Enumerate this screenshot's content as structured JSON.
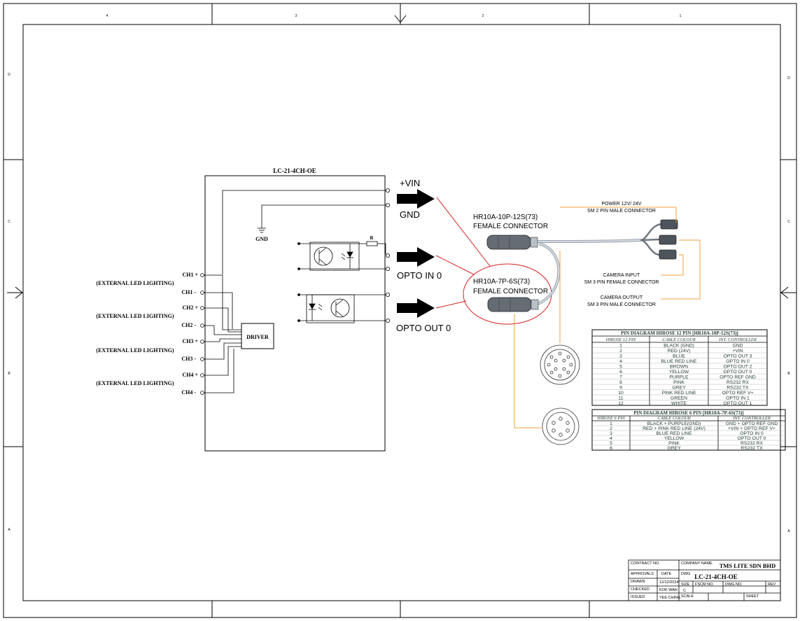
{
  "zones": {
    "top": [
      "4",
      "3",
      "2",
      "1"
    ],
    "left": [
      "D",
      "C",
      "B",
      "A"
    ],
    "right": [
      "D",
      "C",
      "B",
      "A"
    ]
  },
  "box": {
    "title": "LC-21-4CH-OE",
    "gnd": "GND",
    "resistor": "R",
    "driver": "DRIVER"
  },
  "channels": [
    {
      "pos": "CH1 +",
      "neg": "CH1 -",
      "note": "(EXTERNAL LED LIGHTING)"
    },
    {
      "pos": "CH2 +",
      "neg": "CH2 -",
      "note": "(EXTERNAL LED LIGHTING)"
    },
    {
      "pos": "CH3 +",
      "neg": "CH3 -",
      "note": "(EXTERNAL LED LIGHTING)"
    },
    {
      "pos": "CH4 +",
      "neg": "CH4 -",
      "note": "(EXTERNAL LED LIGHTING)"
    }
  ],
  "signals": {
    "vin": "+VIN",
    "gnd": "GND",
    "opto_in": "OPTO IN 0",
    "opto_out": "OPTO OUT 0"
  },
  "connectors": {
    "c12_line1": "HR10A-10P-12S(73)",
    "c12_line2": "FEMALE CONNECTOR",
    "c6_line1": "HR10A-7P-6S(73)",
    "c6_line2": "FEMALE CONNECTOR",
    "power_line1": "POWER 12V/ 24V",
    "power_line2": "SM 2 PIN MALE CONNECTOR",
    "camin_line1": "CAMERA INPUT",
    "camin_line2": "SM 3 PIN FEMALE CONNECTOR",
    "camout_line1": "CAMERA OUTPUT",
    "camout_line2": "SM 3 PIN MALE CONNECTOR"
  },
  "table12": {
    "title": "PIN DIAGRAM HIROSE 12 PIN [HR10A-10P-12S(73)]",
    "headers": [
      "HIROSE 12 PIN",
      "CABLE COLOUR",
      "INT. CONTROLLER"
    ],
    "rows": [
      [
        "1",
        "BLACK (GND)",
        "GND"
      ],
      [
        "2",
        "RED (24V)",
        "+VIN"
      ],
      [
        "3",
        "BLUE",
        "OPTO OUT 3"
      ],
      [
        "4",
        "BLUE RED LINE",
        "OPTO IN 0"
      ],
      [
        "5",
        "BROWN",
        "OPTO OUT 2"
      ],
      [
        "6",
        "YELLOW",
        "OPTO OUT 0"
      ],
      [
        "7",
        "PURPLE",
        "OPTO REF GND"
      ],
      [
        "8",
        "PINK",
        "RS232 RX"
      ],
      [
        "9",
        "GREY",
        "RS232 TX"
      ],
      [
        "10",
        "PINK RED LINE",
        "OPTO REF V+"
      ],
      [
        "11",
        "GREEN",
        "OPTO IN 1"
      ],
      [
        "12",
        "WHITE",
        "OPTO OUT 1"
      ]
    ]
  },
  "table6": {
    "title": "PIN DIAGRAM HIROSE 6 PIN [HR10A-7P-6S(73)]",
    "headers": [
      "HIROSE 6 PIN",
      "CABLE COLOUR",
      "INT. CONTROLLER"
    ],
    "rows": [
      [
        "1",
        "BLACK + PURPLE(GND)",
        "GND + OPTO REF GND"
      ],
      [
        "2",
        "RED + PINK RED LINE (24V)",
        "+VIN + OPTO REF V+"
      ],
      [
        "3",
        "BLUE RED LINE",
        "OPTO IN 0"
      ],
      [
        "4",
        "YELLOW",
        "OPTO OUT 0"
      ],
      [
        "5",
        "PINK",
        "RS232 RX"
      ],
      [
        "6",
        "GREY",
        "RS232 TX"
      ]
    ]
  },
  "titleblock": {
    "contract_label": "CONTRACT NO.",
    "company_label": "COMPANY NAME",
    "company": "TMS LITE SDN BHD",
    "approvals_label": "APPROVALS",
    "date_label": "DATE",
    "dwg_label": "DWG",
    "dwg_title": "LC-21-4CH-OE",
    "drawn_label": "DRAWN",
    "drawn_date": "12/12/2024",
    "size_label": "SIZE",
    "fscm_label": "FSCM NO.",
    "dwgno_label": "DWG NO.",
    "rev_label": "REV",
    "size_value": "C",
    "checked_label": "CHECKED",
    "checked_by": "KOK WAH",
    "issued_label": "ISSUED",
    "issued_by": "YEE CHING",
    "scale_label": "SCALE",
    "sheet_label": "SHEET"
  }
}
